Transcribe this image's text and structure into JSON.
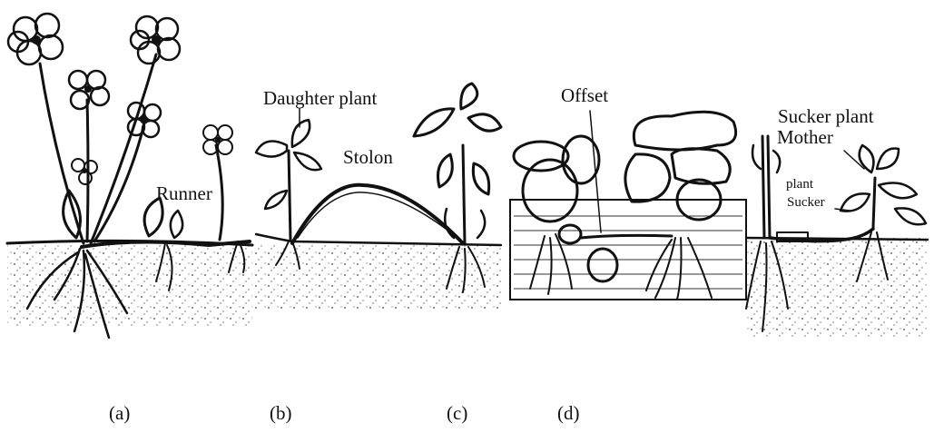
{
  "labels": {
    "runner": "Runner",
    "daughter_plant": "Daughter plant",
    "stolon": "Stolon",
    "offset": "Offset",
    "sucker_plant": "Sucker plant",
    "mother": "Mother",
    "plant": "plant",
    "sucker": "Sucker"
  },
  "captions": {
    "a": "(a)",
    "b": "(b)",
    "c": "(c)",
    "d": "(d)"
  },
  "colors": {
    "ink": "#111111",
    "background": "#ffffff"
  }
}
